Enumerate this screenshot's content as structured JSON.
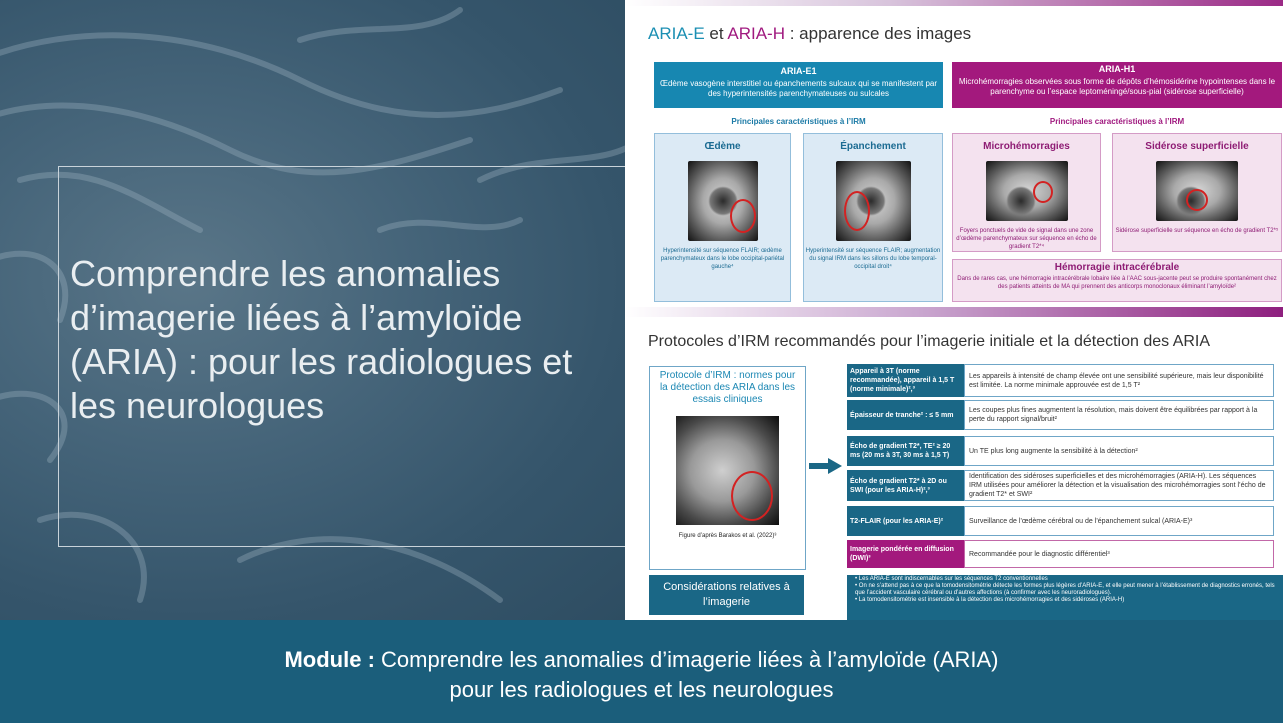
{
  "left": {
    "title": "Comprendre les anomalies d’imagerie liées à l’amyloïde (ARIA) : pour les radiologues et les neurologues"
  },
  "slide": {
    "title_e": "ARIA-E",
    "title_and": " et ",
    "title_h": "ARIA-H",
    "title_rest": " : apparence des images",
    "aria_e": {
      "heading": "ARIA-E1",
      "text": "Œdème vasogène interstitiel ou épanchements sulcaux qui se manifestent par des hyperintensités parenchymateuses ou sulcales",
      "subheading": "Principales caractéristiques à l’IRM",
      "cards": [
        {
          "title": "Œdème",
          "caption": "Hyperintensité sur séquence FLAIR; œdème parenchymateux dans le lobe occipital-pariétal gauche⁴"
        },
        {
          "title": "Épanchement",
          "caption": "Hyperintensité sur séquence FLAIR; augmentation du signal IRM dans les sillons du lobe temporal-occipital droit⁴"
        }
      ]
    },
    "aria_h": {
      "heading": "ARIA-H1",
      "text": "Microhémorragies observées sous forme de dépôts d’hémosidérine hypointenses dans le parenchyme ou l’espace leptoméningé/sous-pial (sidérose superficielle)",
      "subheading": "Principales caractéristiques à l’IRM",
      "cards": [
        {
          "title": "Microhémorragies",
          "caption": "Foyers ponctuels de vide de signal dans une zone d’œdème parenchymateux sur séquence en écho de gradient T2*⁴"
        },
        {
          "title": "Sidérose superficielle",
          "caption": "Sidérose superficielle sur séquence en écho de gradient T2*⁵"
        }
      ],
      "hemo_title": "Hémorragie intracérébrale",
      "hemo_text": "Dans de rares cas, une hémorragie intracérébrale lobaire liée à l’AAC sous-jacente peut se produire spontanément chez des patients atteints de MA qui prennent des anticorps monoclonaux éliminant l’amyloïde²"
    },
    "title2": "Protocoles d’IRM recommandés pour l’imagerie initiale et la détection des ARIA",
    "protocol": {
      "title": "Protocole d’IRM : normes pour la détection des ARIA dans les essais cliniques",
      "caption": "Figure d’après Barakos et al. (2022)³"
    },
    "rows": [
      {
        "label": "Appareil à 3T (norme recommandée), appareil à 1,5 T (norme minimale)²,³",
        "text": "Les appareils à intensité de champ élevée ont une sensibilité supérieure, mais leur disponibilité est limitée. La norme minimale approuvée est de 1,5 T²"
      },
      {
        "label": "Épaisseur de tranche² : ≤ 5 mm",
        "text": "Les coupes plus fines augmentent la résolution, mais doivent être équilibrées par rapport à la perte du rapport signal/bruit²"
      },
      {
        "label": "Écho de gradient T2*, TE² ≥ 20 ms (20 ms à 3T, 30 ms à 1,5 T)",
        "text": "Un TE plus long augmente la sensibilité à la détection²"
      },
      {
        "label": "Écho de gradient T2* à 2D ou SWI (pour les ARIA-H)²,³",
        "text": "Identification des sidéroses superficielles et des microhémorragies (ARIA-H). Les séquences IRM utilisées pour améliorer la détection et la visualisation des microhémorragies sont l’écho de gradient T2* et SWI²"
      },
      {
        "label": "T2-FLAIR (pour les ARIA-E)²",
        "text": "Surveillance de l’œdème cérébral ou de l’épanchement sulcal (ARIA-E)³"
      },
      {
        "label": "Imagerie pondérée en diffusion (DWI)³",
        "text": "Recommandée pour le diagnostic différentiel³"
      }
    ],
    "considerations": "Considérations relatives à l’imagerie",
    "notes": [
      "Les ARIA-E sont indiscernables sur les séquences T2 conventionnelles",
      "On ne s’attend pas à ce que la tomodensitométrie détecte les formes plus légères d’ARIA-E, et elle peut mener à l’établissement de diagnostics erronés, tels que l’accident vasculaire cérébral ou d’autres affections (à confirmer avec les neuroradiologues).",
      "La tomodensitométrie est insensible à la détection des microhémorragies et des sidéroses (ARIA-H)"
    ]
  },
  "band": {
    "module_label": "Module :",
    "line1": " Comprendre les anomalies d’imagerie liées à l’amyloïde (ARIA)",
    "line2": "pour les radiologues et les neurologues"
  }
}
